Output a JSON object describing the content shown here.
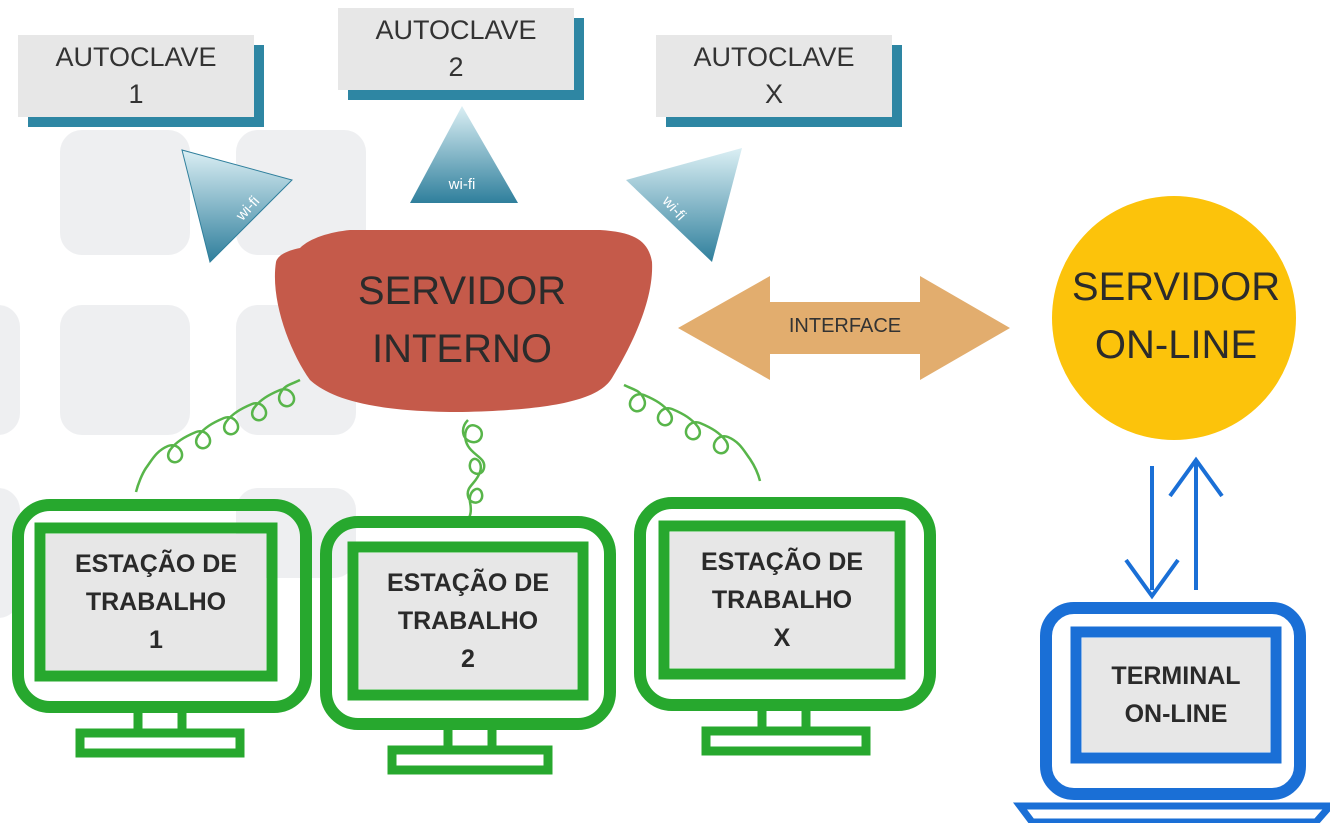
{
  "autoclaves": [
    {
      "line1": "AUTOCLAVE",
      "line2": "1"
    },
    {
      "line1": "AUTOCLAVE",
      "line2": "2"
    },
    {
      "line1": "AUTOCLAVE",
      "line2": "X"
    }
  ],
  "wifi_label": "wi-fi",
  "servidor_interno": {
    "line1": "SERVIDOR",
    "line2": "INTERNO"
  },
  "interface_label": "INTERFACE",
  "servidor_online": {
    "line1": "SERVIDOR",
    "line2": "ON-LINE"
  },
  "workstations": [
    {
      "line1": "ESTAÇÃO DE",
      "line2": "TRABALHO",
      "line3": "1"
    },
    {
      "line1": "ESTAÇÃO DE",
      "line2": "TRABALHO",
      "line3": "2"
    },
    {
      "line1": "ESTAÇÃO DE",
      "line2": "TRABALHO",
      "line3": "X"
    }
  ],
  "terminal": {
    "line1": "TERMINAL",
    "line2": "ON-LINE"
  },
  "colors": {
    "autoclave_face": "#e7e7e7",
    "autoclave_shadow": "#2e86a3",
    "wifi": "#3a8aa7",
    "servidor_interno": "#c55a4a",
    "interface_arrow": "#e2ad6e",
    "servidor_online": "#fcc30b",
    "workstation": "#27a82e",
    "terminal": "#1a6fd6",
    "cable": "#58b54a"
  }
}
